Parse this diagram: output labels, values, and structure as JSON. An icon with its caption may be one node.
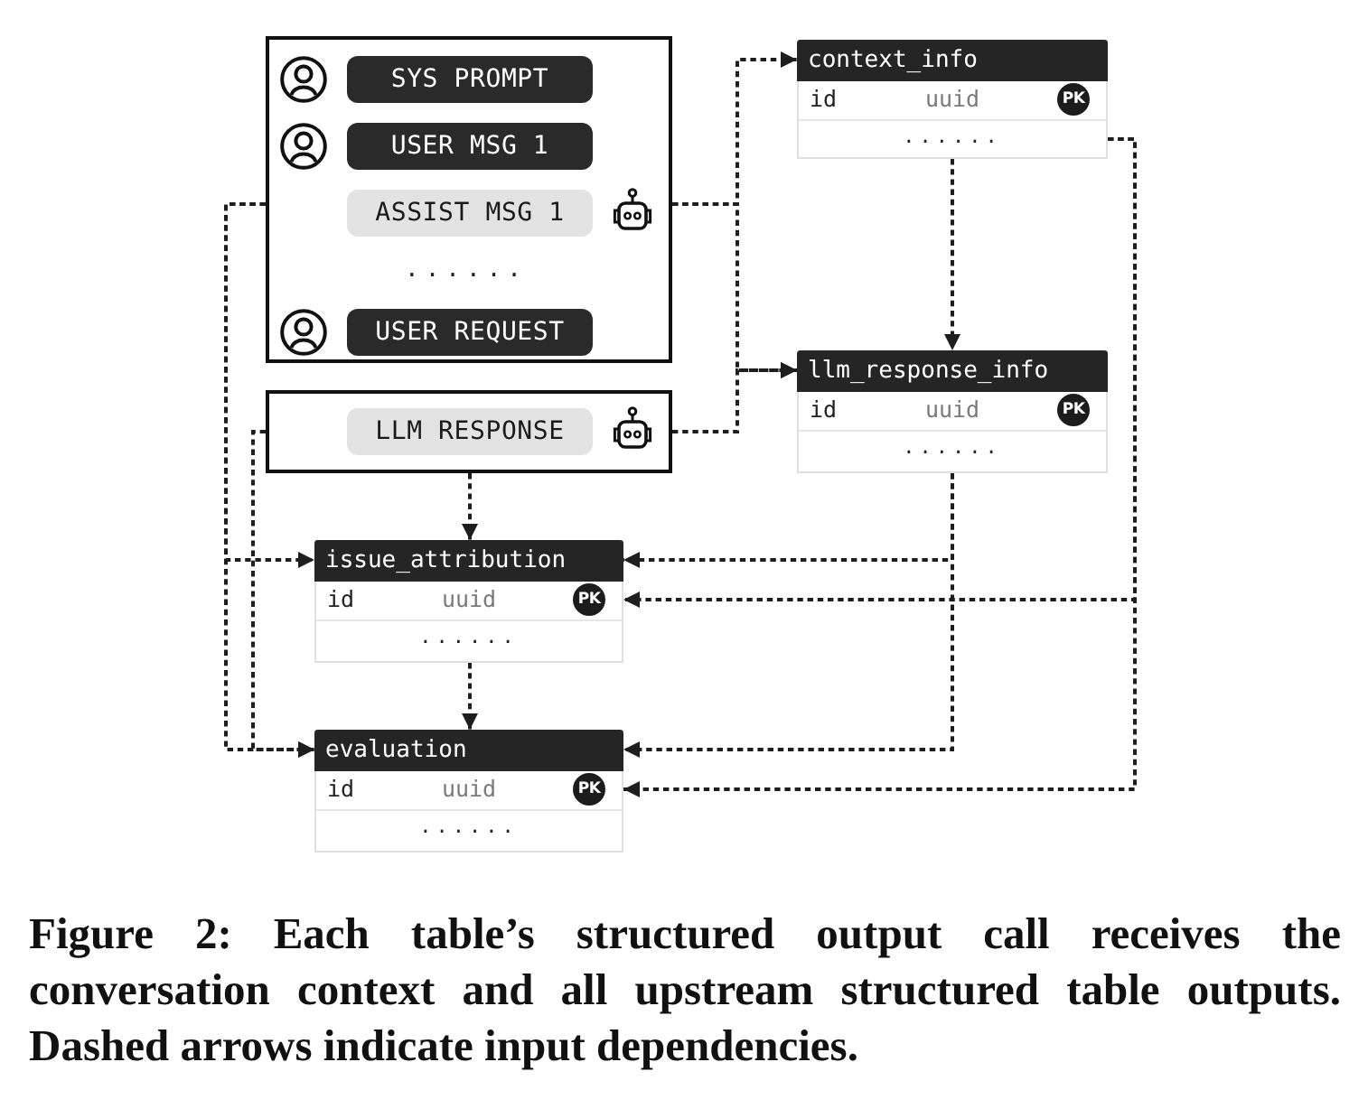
{
  "diagram": {
    "caption": "Figure 2: Each table’s structured output call receives the conversation context and all upstream structured table outputs. Dashed arrows indicate input dependencies.",
    "nodes": [
      {
        "text": [
          "......"
        ]
      },
      {
        "text": [
          "SYS PROMPT"
        ],
        "in": 0
      },
      {
        "text": [
          "USER MSG 1"
        ],
        "in": 0
      },
      {
        "text": [
          "ASSIST MSG 1"
        ],
        "in": 0
      },
      {
        "text": [
          "USER REQUEST"
        ],
        "in": 0
      },
      {
        "text": [],
        "shape": "box"
      },
      {
        "text": [
          "LLM RESPONSE"
        ],
        "in": 5
      },
      {
        "text": [
          "context_info",
          "id",
          "uuid",
          "PK",
          "......"
        ]
      },
      {
        "text": [
          "llm_response_info",
          "id",
          "uuid",
          "PK",
          "......"
        ]
      },
      {
        "text": [
          "issue_attribution",
          "id",
          "uuid",
          "PK",
          "......"
        ]
      },
      {
        "text": [
          "evaluation",
          "id",
          "uuid",
          "PK",
          "......"
        ]
      }
    ],
    "edges": [
      {
        "from": 0,
        "to": 7,
        "arrow": "to",
        "style": "dashed"
      },
      {
        "from": 0,
        "to": 8,
        "arrow": "to",
        "style": "dashed"
      },
      {
        "from": 5,
        "to": 8,
        "arrow": "to",
        "style": "dashed"
      },
      {
        "from": 7,
        "to": 8,
        "arrow": "to",
        "style": "dashed"
      },
      {
        "from": 7,
        "to": 9,
        "arrow": "to",
        "style": "dashed"
      },
      {
        "from": 7,
        "to": 10,
        "arrow": "to",
        "style": "dashed"
      },
      {
        "from": 8,
        "to": 9,
        "arrow": "to",
        "style": "dashed"
      },
      {
        "from": 8,
        "to": 10,
        "arrow": "to",
        "style": "dashed"
      },
      {
        "from": 0,
        "to": 9,
        "arrow": "to",
        "style": "dashed"
      },
      {
        "from": 0,
        "to": 10,
        "arrow": "to",
        "style": "dashed"
      },
      {
        "from": 5,
        "to": 9,
        "arrow": "to",
        "style": "dashed"
      },
      {
        "from": 5,
        "to": 10,
        "arrow": "to",
        "style": "dashed"
      },
      {
        "from": 9,
        "to": 10,
        "arrow": "to",
        "style": "dashed"
      }
    ]
  }
}
